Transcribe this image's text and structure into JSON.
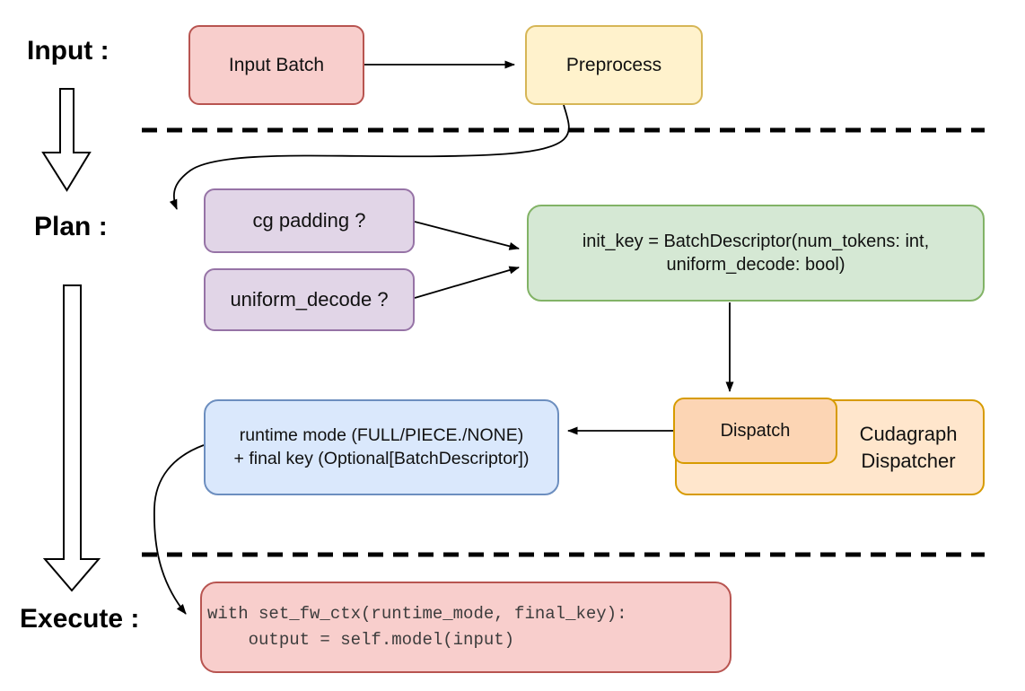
{
  "stages": {
    "input": "Input :",
    "plan": "Plan :",
    "execute": "Execute :"
  },
  "nodes": {
    "input_batch": {
      "label": "Input Batch",
      "fill": "#f8cecc",
      "stroke": "#b85450"
    },
    "preprocess": {
      "label": "Preprocess",
      "fill": "#fff2cc",
      "stroke": "#d6b656"
    },
    "cg_padding": {
      "label": "cg padding ?",
      "fill": "#e1d5e7",
      "stroke": "#9673a6"
    },
    "uniform_decode": {
      "label": "uniform_decode ?",
      "fill": "#e1d5e7",
      "stroke": "#9673a6"
    },
    "init_key": {
      "line1": "init_key = BatchDescriptor(num_tokens: int,",
      "line2": "uniform_decode: bool)",
      "fill": "#d5e8d4",
      "stroke": "#82b366"
    },
    "dispatch": {
      "label": "Dispatch",
      "fill": "#fcd5b4",
      "stroke": "#d79b00"
    },
    "cudagraph_dispatcher": {
      "line1": "Cudagraph",
      "line2": "Dispatcher",
      "fill": "#ffe6cc",
      "stroke": "#d79b00"
    },
    "runtime_mode": {
      "line1": "runtime mode (FULL/PIECE./NONE)",
      "line2": "+ final key (Optional[BatchDescriptor])",
      "fill": "#dae8fc",
      "stroke": "#6c8ebf"
    },
    "execute_code": {
      "line1": "with set_fw_ctx(runtime_mode, final_key):",
      "line2": "    output = self.model(input)",
      "fill": "#f8cecc",
      "stroke": "#b85450"
    }
  },
  "connector_color": "#000000",
  "background": "#ffffff"
}
